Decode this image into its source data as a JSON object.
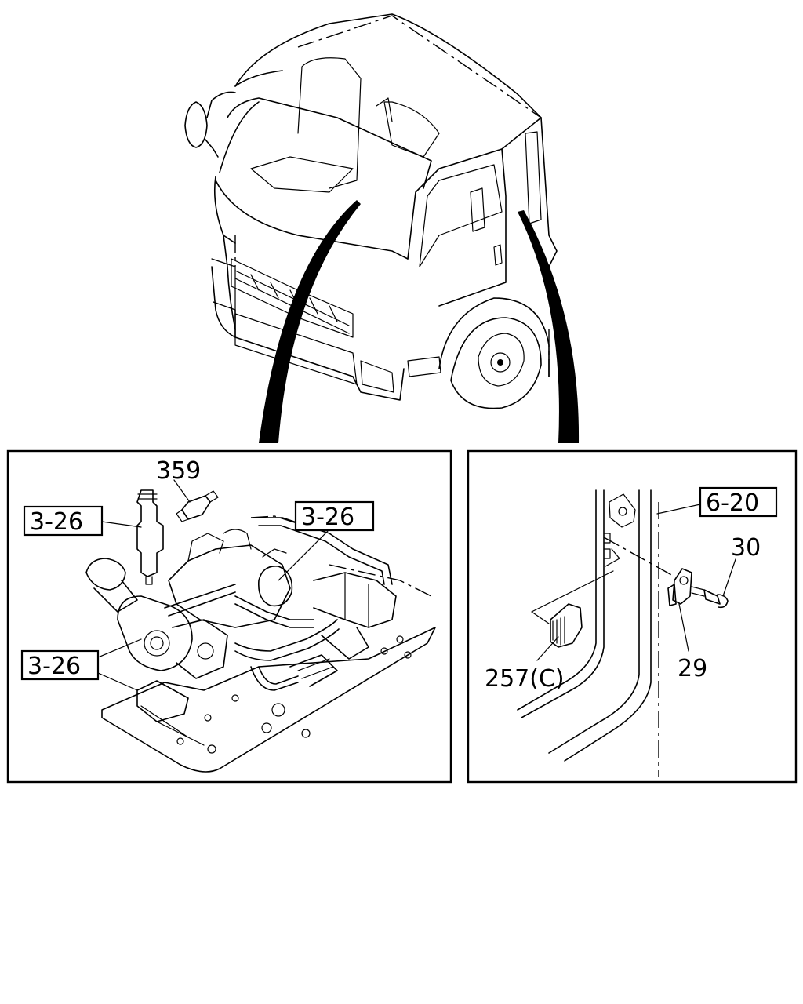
{
  "labels": {
    "part_359": "359",
    "ref_3_26_a": "3-26",
    "ref_3_26_b": "3-26",
    "ref_3_26_c": "3-26",
    "ref_6_20": "6-20",
    "part_30": "30",
    "part_29": "29",
    "part_257c": "257(C)"
  }
}
